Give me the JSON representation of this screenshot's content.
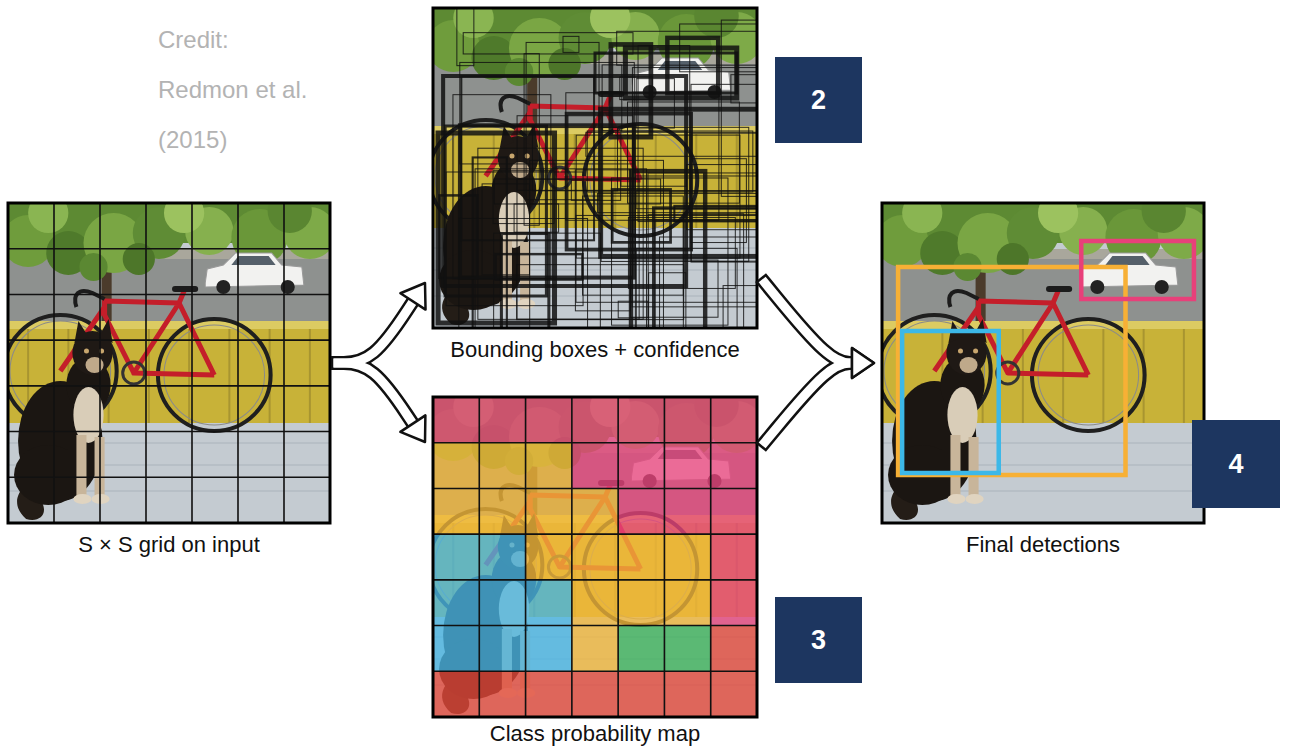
{
  "diagram": {
    "nodes": [
      {
        "text": [
          "S × S grid on input"
        ]
      },
      {
        "text": [
          "Bounding boxes + confidence"
        ]
      },
      {
        "text": [
          "Class probability map"
        ]
      },
      {
        "text": [
          "Final detections"
        ]
      },
      {
        "text": [
          "2"
        ]
      },
      {
        "text": [
          "3"
        ]
      },
      {
        "text": [
          "4"
        ]
      }
    ],
    "edges": [
      {
        "from": 0,
        "to": 1,
        "arrow": "to"
      },
      {
        "from": 0,
        "to": 2,
        "arrow": "to"
      },
      {
        "from": 1,
        "to": 3,
        "arrow": "to"
      },
      {
        "from": 2,
        "to": 3,
        "arrow": "to"
      }
    ],
    "labels": [
      "Credit: Redmon et al. (2015)"
    ]
  }
}
